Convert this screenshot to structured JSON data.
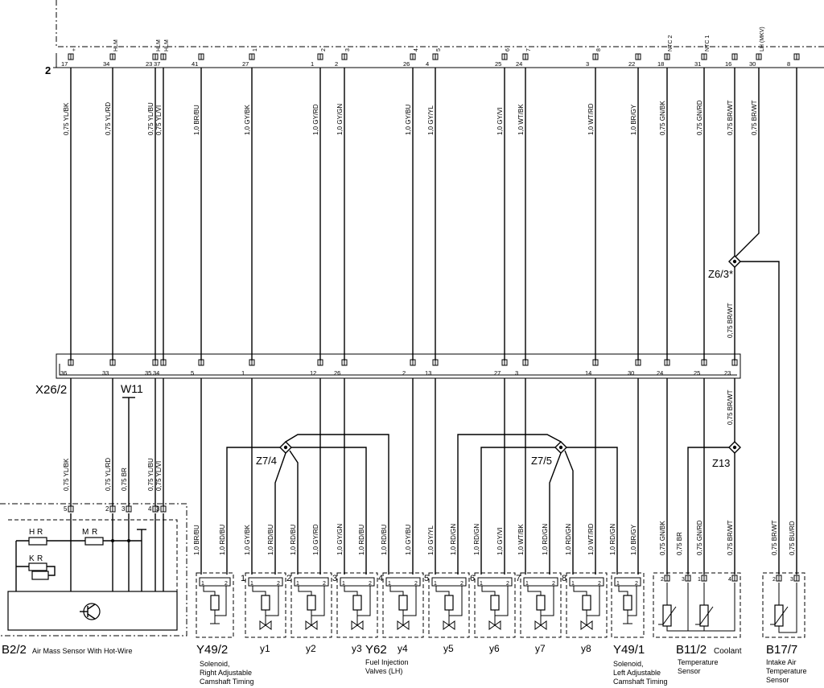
{
  "connector_2": {
    "label": "2",
    "pins": [
      {
        "pin": "17",
        "func": "+"
      },
      {
        "pin": "34",
        "func": "HLM"
      },
      {
        "pin": "23",
        "func": "HLM"
      },
      {
        "pin": "37",
        "func": "HLM"
      },
      {
        "pin": "41",
        "func": ""
      },
      {
        "pin": "27",
        "func": "1"
      },
      {
        "pin": "1",
        "func": "2"
      },
      {
        "pin": "2",
        "func": "3"
      },
      {
        "pin": "26",
        "func": "4"
      },
      {
        "pin": "4",
        "func": "5"
      },
      {
        "pin": "25",
        "func": "6"
      },
      {
        "pin": "24",
        "func": "7"
      },
      {
        "pin": "3",
        "func": "8"
      },
      {
        "pin": "22",
        "func": ""
      },
      {
        "pin": "18",
        "func": "NTC 2"
      },
      {
        "pin": "31",
        "func": "NTC 1"
      },
      {
        "pin": "16",
        "func": ""
      },
      {
        "pin": "30",
        "func": "LH (MKV)"
      },
      {
        "pin": "8",
        "func": ""
      }
    ]
  },
  "upper_wires": [
    "0,75 YL/BK",
    "0,75 YL/RD",
    "0,75 YL/BU",
    "0,75 YL/VI",
    "1,0 BR/BU",
    "1,0 GY/BK",
    "1,0 GY/RD",
    "1,0 GY/GN",
    "1,0 GY/BU",
    "1,0 GY/YL",
    "1,0 GY/VI",
    "1,0 WT/BK",
    "1,0 WT/RD",
    "1,0 BR/GY",
    "0,75 GN/BK",
    "0,75 GN/RD",
    "0,75 BR/WT",
    "0,75 BR/WT"
  ],
  "x26_2": {
    "label": "X26/2",
    "pins": [
      "36",
      "33",
      "35",
      "34",
      "5",
      "1",
      "12",
      "26",
      "2",
      "13",
      "27",
      "3",
      "14",
      "30",
      "24",
      "25",
      "23"
    ]
  },
  "splices": {
    "z6_3": "Z6/3*",
    "z7_4": "Z7/4",
    "z7_5": "Z7/5",
    "z13": "Z13",
    "z6_3_wire": "0,75 BR/WT",
    "z13_wire": "0,75 BR/WT"
  },
  "ground": {
    "label": "W11"
  },
  "lower_wires": [
    "0,75 YL/BK",
    "0,75 YL/RD",
    "0,75 BR",
    "0,75 YL/BU",
    "0,75 YL/VI"
  ],
  "bottom_wires": [
    "1,0 BR/BU",
    "1,0 RD/BU",
    "1,0 GY/BK",
    "1,0 RD/BU",
    "1,0 RD/BU",
    "1,0 GY/RD",
    "1,0 GY/GN",
    "1,0 RD/BU",
    "1,0 RD/BU",
    "1,0 GY/BU",
    "1,0 GY/YL",
    "1,0 RD/GN",
    "1,0 RD/GN",
    "1,0 GY/VI",
    "1,0 WT/BK",
    "1,0 RD/GN",
    "1,0 RD/GN",
    "1,0 WT/RD",
    "1,0 RD/GN",
    "1,0 BR/GY",
    "0,75 GN/BK",
    "0,75 BR",
    "0,75 GN/RD",
    "0,75 BR/WT",
    "0,75 BR/WT",
    "0,75 BU/RD"
  ],
  "b2_2": {
    "pins": [
      "5",
      "2",
      "3",
      "4",
      "3"
    ],
    "hr": "H",
    "kr": "K",
    "mr": "M",
    "r": "R",
    "label": "B2/2",
    "desc": "Air Mass Sensor With Hot-Wire"
  },
  "injector_numbers": [
    "1",
    "2",
    "3",
    "4",
    "5",
    "6",
    "7",
    "8"
  ],
  "injectors": [
    "y1",
    "y2",
    "y3",
    "y4",
    "y5",
    "y6",
    "y7",
    "y8"
  ],
  "components": {
    "y49_2": {
      "label": "Y49/2",
      "desc": [
        "Solenoid,",
        "Right Adjustable",
        "Camshaft Timing"
      ]
    },
    "y62": {
      "label": "Y62",
      "desc": [
        "Fuel Injection",
        "Valves (LH)"
      ]
    },
    "y49_1": {
      "label": "Y49/1",
      "desc": [
        "Solenoid,",
        "Left Adjustable",
        "Camshaft Timing"
      ]
    },
    "b11_2": {
      "label": "B11/2",
      "sub": "Coolant",
      "desc": [
        "Temperature",
        "Sensor"
      ]
    },
    "b17_7": {
      "label": "B17/7",
      "desc": [
        "Intake Air",
        "Temperature",
        "Sensor"
      ]
    }
  }
}
